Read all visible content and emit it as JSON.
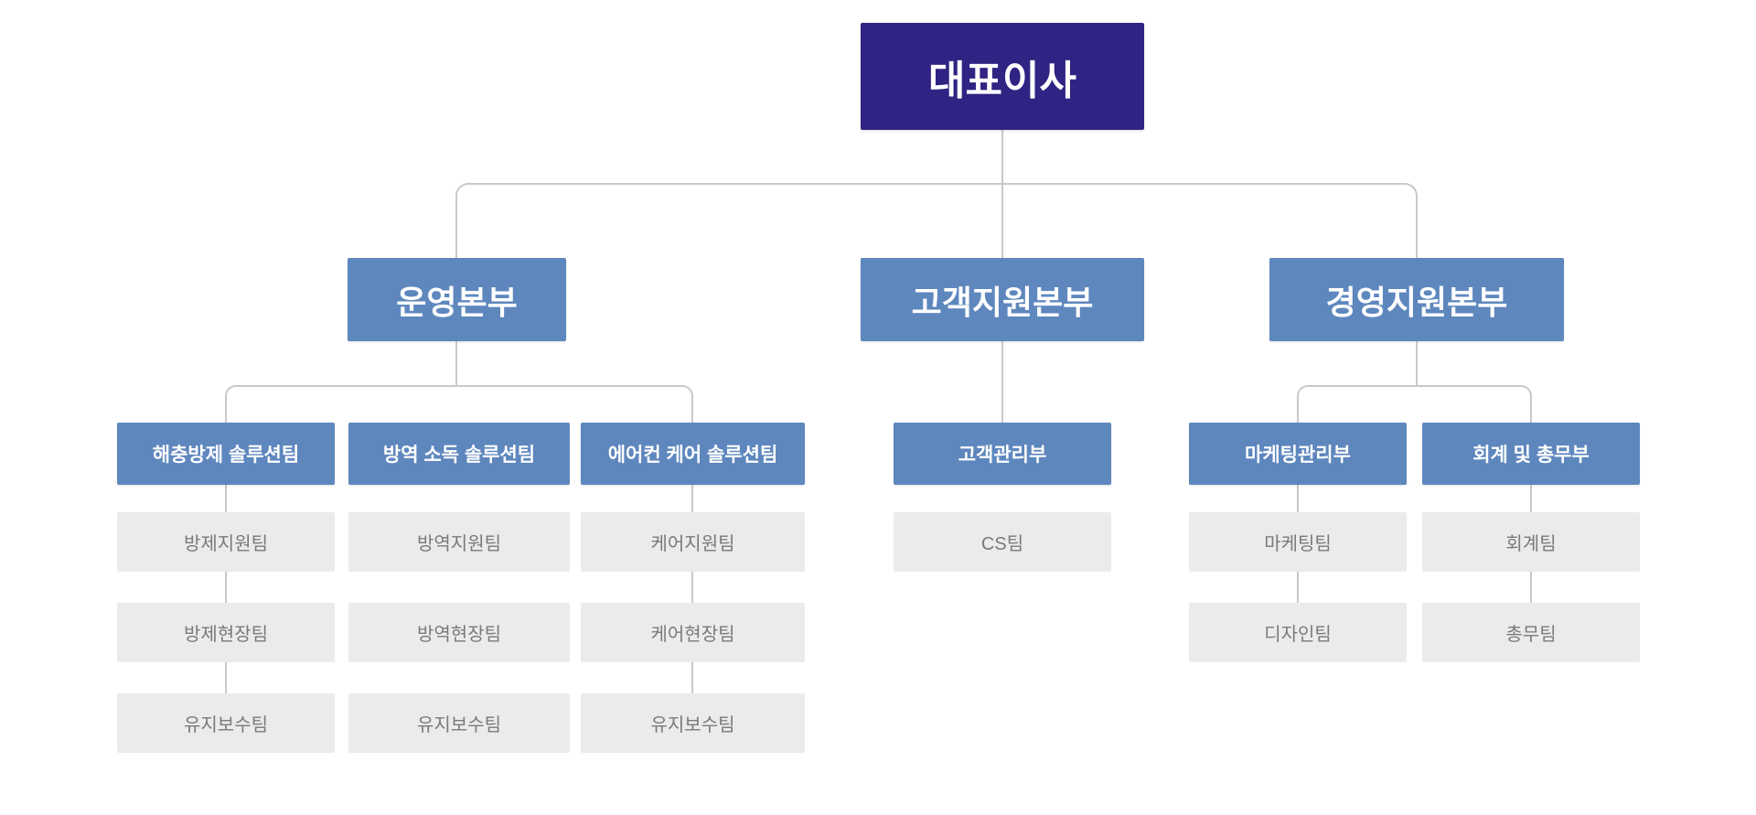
{
  "chart": {
    "type": "org-chart",
    "root": {
      "label": "대표이사"
    },
    "divisions": [
      {
        "label": "운영본부",
        "departments": [
          {
            "label": "해충방제 솔루션팀",
            "teams": [
              "방제지원팀",
              "방제현장팀",
              "유지보수팀"
            ],
            "connectors_shown": true
          },
          {
            "label": "방역 소독 솔루션팀",
            "teams": [
              "방역지원팀",
              "방역현장팀",
              "유지보수팀"
            ],
            "connectors_shown": false
          },
          {
            "label": "에어컨 케어 솔루션팀",
            "teams": [
              "케어지원팀",
              "케어현장팀",
              "유지보수팀"
            ],
            "connectors_shown": true
          }
        ]
      },
      {
        "label": "고객지원본부",
        "departments": [
          {
            "label": "고객관리부",
            "teams": [
              "CS팀"
            ],
            "connectors_shown": false
          }
        ]
      },
      {
        "label": "경영지원본부",
        "departments": [
          {
            "label": "마케팅관리부",
            "teams": [
              "마케팅팀",
              "디자인팀"
            ],
            "connectors_shown": true
          },
          {
            "label": "회계 및 총무부",
            "teams": [
              "회계팀",
              "총무팀"
            ],
            "connectors_shown": true
          }
        ]
      }
    ],
    "colors": {
      "root_bg": "#2F2483",
      "division_bg": "#5E87BE",
      "team_bg": "#EBEBEB",
      "team_text": "#7A7A7A",
      "node_text": "#FFFFFF",
      "connector": "#C9C9C9",
      "background": "#FFFFFF"
    }
  }
}
